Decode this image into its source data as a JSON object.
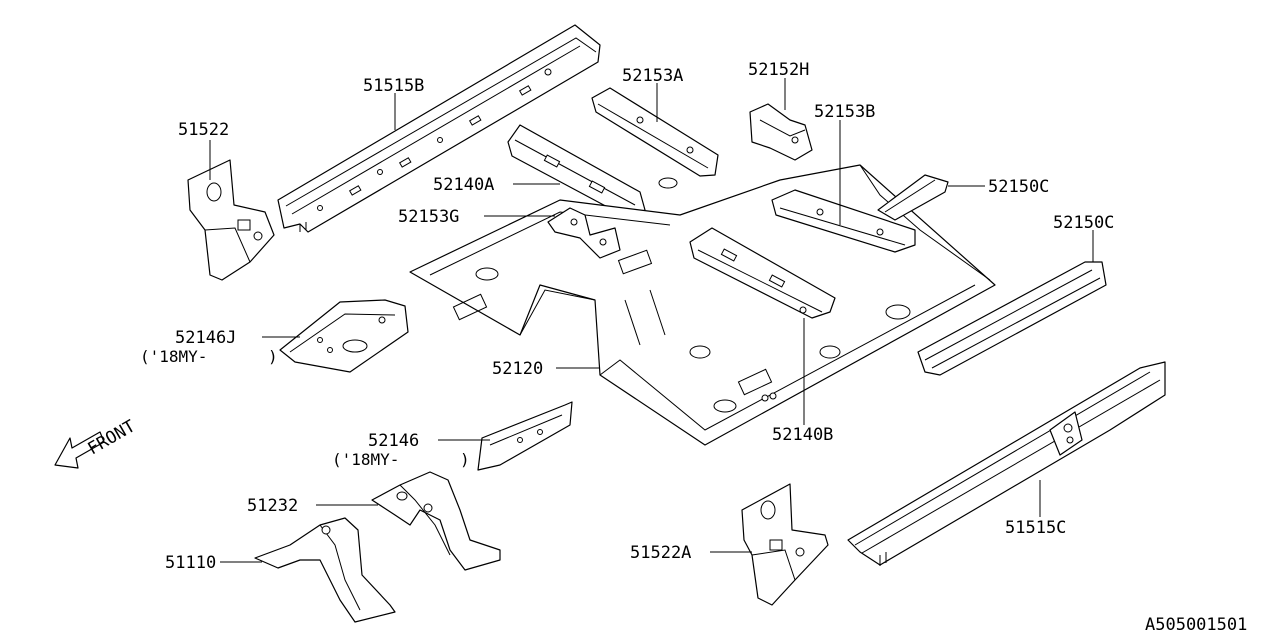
{
  "diagram": {
    "parts": {
      "p51515b": "51515B",
      "p51522": "51522",
      "p52153a": "52153A",
      "p52152h": "52152H",
      "p52153b": "52153B",
      "p52140a": "52140A",
      "p52150c_1": "52150C",
      "p52153g": "52153G",
      "p52150c_2": "52150C",
      "p52146j": "52146J",
      "p52146j_note": "('18MY-",
      "p52146j_paren": ")",
      "p52120": "52120",
      "p52140b": "52140B",
      "p52146": "52146",
      "p52146_note": "('18MY-",
      "p52146_paren": ")",
      "p51232": "51232",
      "p51110": "51110",
      "p51522a": "51522A",
      "p51515c": "51515C"
    },
    "front_label": "FRONT",
    "code": "A505001501"
  }
}
